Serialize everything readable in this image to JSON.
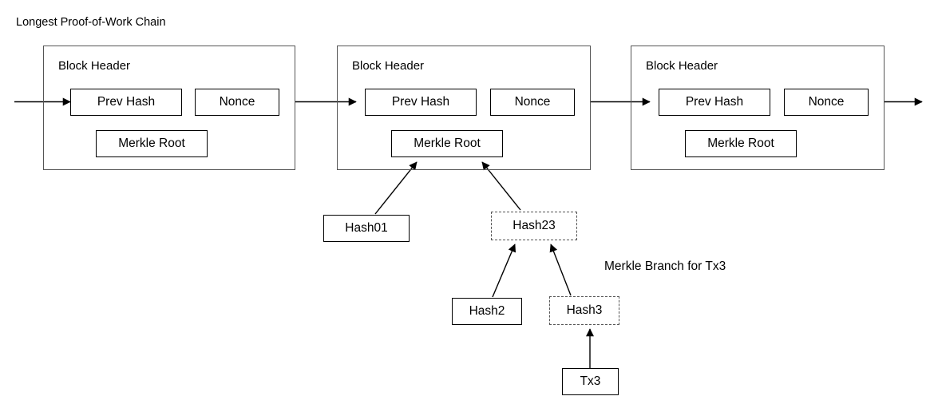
{
  "figure": {
    "title": "Longest Proof-of-Work Chain",
    "annotation": "Merkle Branch for Tx3"
  },
  "blocks": [
    {
      "id": "block-1",
      "header_label": "Block Header",
      "prev_hash_label": "Prev Hash",
      "nonce_label": "Nonce",
      "merkle_root_label": "Merkle Root"
    },
    {
      "id": "block-2",
      "header_label": "Block Header",
      "prev_hash_label": "Prev Hash",
      "nonce_label": "Nonce",
      "merkle_root_label": "Merkle Root"
    },
    {
      "id": "block-3",
      "header_label": "Block Header",
      "prev_hash_label": "Prev Hash",
      "nonce_label": "Nonce",
      "merkle_root_label": "Merkle Root"
    }
  ],
  "merkle_nodes": [
    {
      "id": "hash01",
      "label": "Hash01",
      "style": "solid"
    },
    {
      "id": "hash23",
      "label": "Hash23",
      "style": "dashed"
    },
    {
      "id": "hash2",
      "label": "Hash2",
      "style": "solid"
    },
    {
      "id": "hash3",
      "label": "Hash3",
      "style": "dashed"
    },
    {
      "id": "tx3",
      "label": "Tx3",
      "style": "solid"
    }
  ],
  "colors": {
    "background": "#ffffff",
    "stroke": "#000000",
    "block_border": "#555555",
    "dashed_border": "#555555",
    "text": "#000000"
  }
}
